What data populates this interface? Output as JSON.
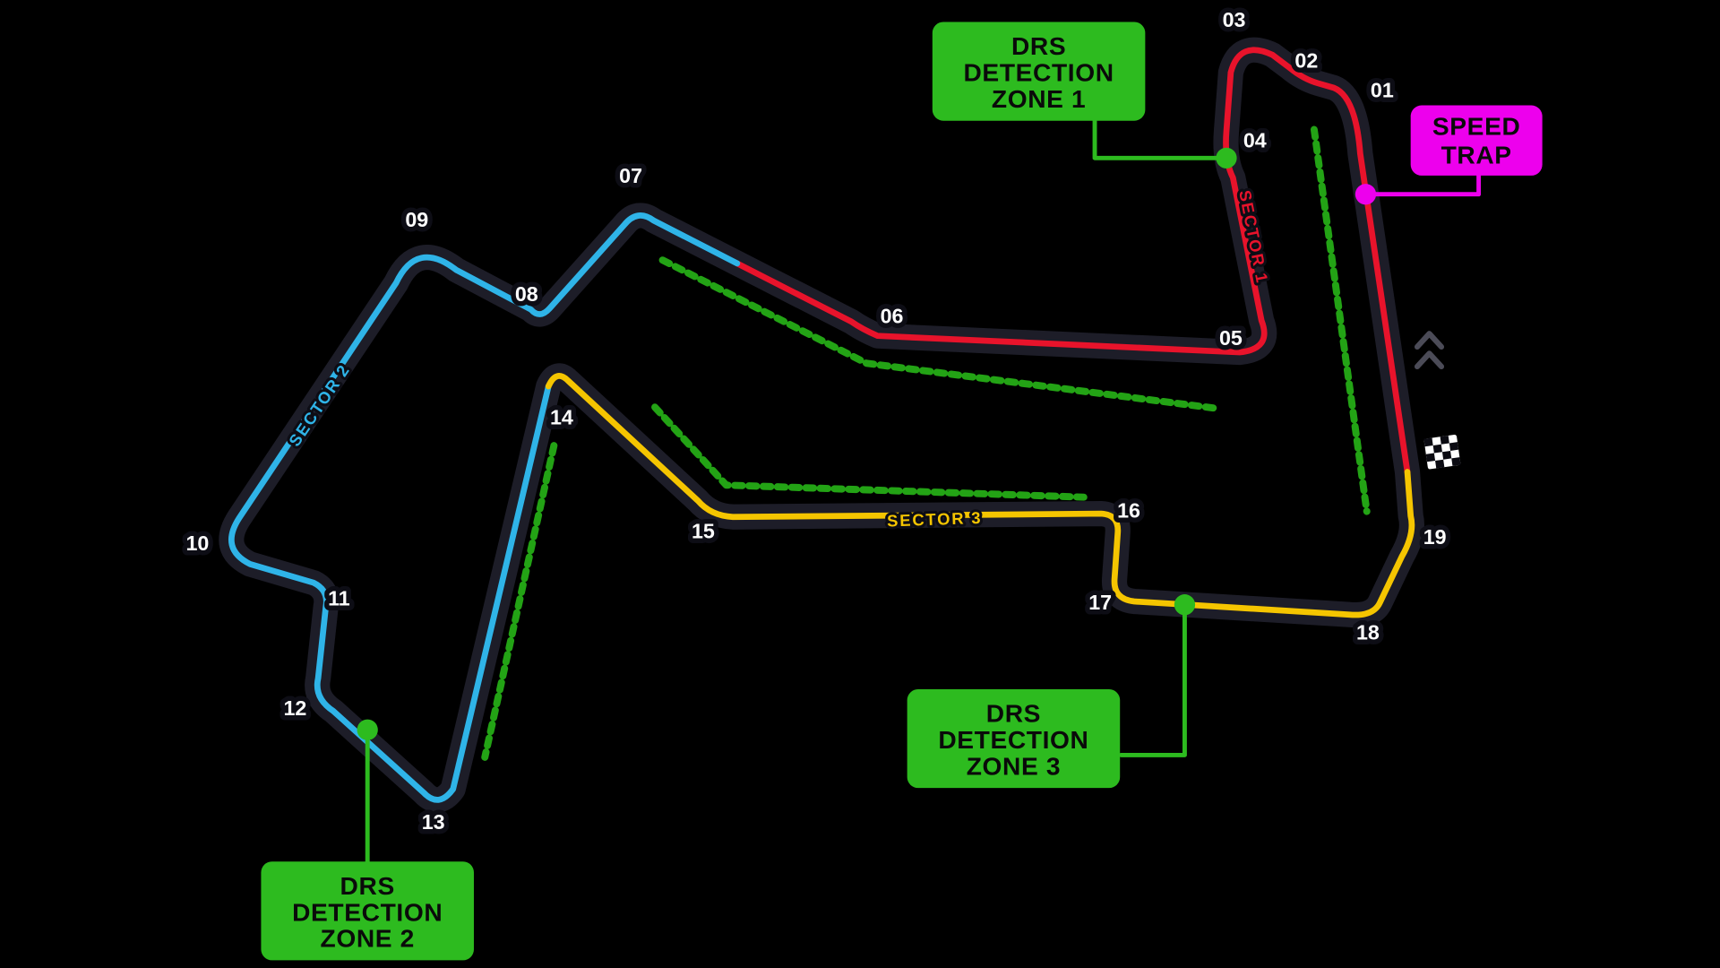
{
  "colors": {
    "background": "#000000",
    "track_casing": "#1d1d28",
    "sector1": "#e8132b",
    "sector2": "#2fb4e8",
    "sector3": "#f5c500",
    "drs_green": "#2dbb1f",
    "drs_dash": "#23a315",
    "speed_trap": "#ed00ed",
    "box_text": "#0a0a0a",
    "turn_label": "#ffffff",
    "label_halo": "#0d0d15",
    "chevron": "#4b4b57",
    "flag_white": "#ffffff",
    "flag_black": "#0b0b12"
  },
  "sectors": {
    "sector1": "SECTOR 1",
    "sector2": "SECTOR 2",
    "sector3": "SECTOR 3"
  },
  "turns": {
    "labels": [
      "01",
      "02",
      "03",
      "04",
      "05",
      "06",
      "07",
      "08",
      "09",
      "10",
      "11",
      "12",
      "13",
      "14",
      "15",
      "16",
      "17",
      "18",
      "19"
    ]
  },
  "callouts": {
    "drs1": {
      "line1": "DRS",
      "line2": "DETECTION",
      "line3": "ZONE 1"
    },
    "drs2": {
      "line1": "DRS",
      "line2": "DETECTION",
      "line3": "ZONE 2"
    },
    "drs3": {
      "line1": "DRS",
      "line2": "DETECTION",
      "line3": "ZONE 3"
    },
    "speed_trap": {
      "line1": "SPEED",
      "line2": "TRAP"
    }
  }
}
